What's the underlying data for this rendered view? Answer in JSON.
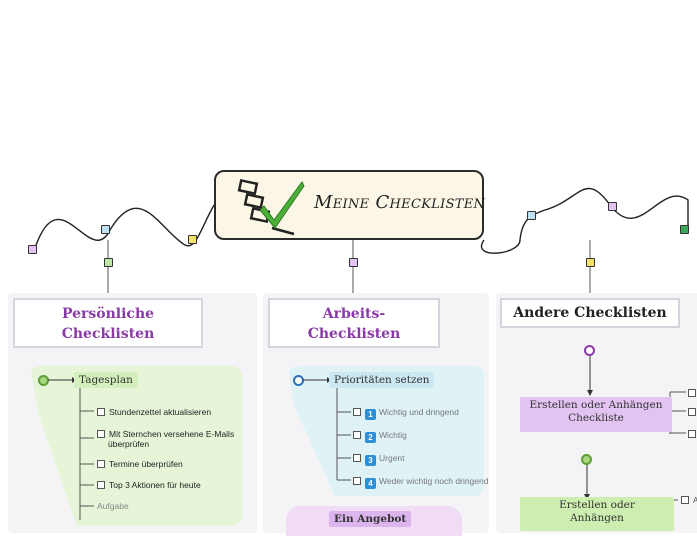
{
  "central": {
    "title": "Meine Checklisten",
    "icon": "checklist-icon"
  },
  "columns": {
    "personal": {
      "title": "Persönliche Checklisten",
      "title_lines": [
        "Persönliche",
        "Checklisten"
      ],
      "title_color": "#8a3aa6",
      "topic": "Tagesplan",
      "tasks": [
        "Stundenzettel aktualisieren",
        "Mit Sternchen versehene E-Mails überprüfen",
        "Termine überprüfen",
        "Top 3 Aktionen für heute",
        "Aufgabe"
      ],
      "task_lines": [
        [
          "Stundenzettel aktualisieren"
        ],
        [
          "Mit Sternchen versehene E-Mails",
          "überprüfen"
        ],
        [
          "Termine überprüfen"
        ],
        [
          "Top 3 Aktionen für heute"
        ],
        [
          "Aufgabe"
        ]
      ]
    },
    "work": {
      "title": "Arbeits-Checklisten",
      "title_lines": [
        "Arbeits-",
        "Checklisten"
      ],
      "title_color": "#8a3aa6",
      "topic": "Prioritäten setzen",
      "priorities": [
        {
          "num": "1",
          "label": "Wichtig und dringend"
        },
        {
          "num": "2",
          "label": "Wichtig"
        },
        {
          "num": "3",
          "label": "Urgent"
        },
        {
          "num": "4",
          "label": "Weder wichtig noch dringend"
        }
      ],
      "second_topic": "Ein Angebot"
    },
    "other": {
      "title": "Andere Checklisten",
      "title_color": "#222222",
      "topic1": "Erstellen oder Anhängen Checkliste",
      "topic1_lines": [
        "Erstellen oder Anhängen",
        "Checkliste"
      ],
      "topic2": "Erstellen oder Anhängen",
      "topic2_lines": [
        "Erstellen oder",
        "Anhängen"
      ],
      "side_letter": "A"
    }
  },
  "colors": {
    "green_region": "#e6f5d8",
    "blue_region": "#dff2f6",
    "purple_node": "#e2c3f2",
    "green_node": "#cdeeb0",
    "blue_topic": "#cbe8f2",
    "priority_blue": "#2c8fd8"
  }
}
